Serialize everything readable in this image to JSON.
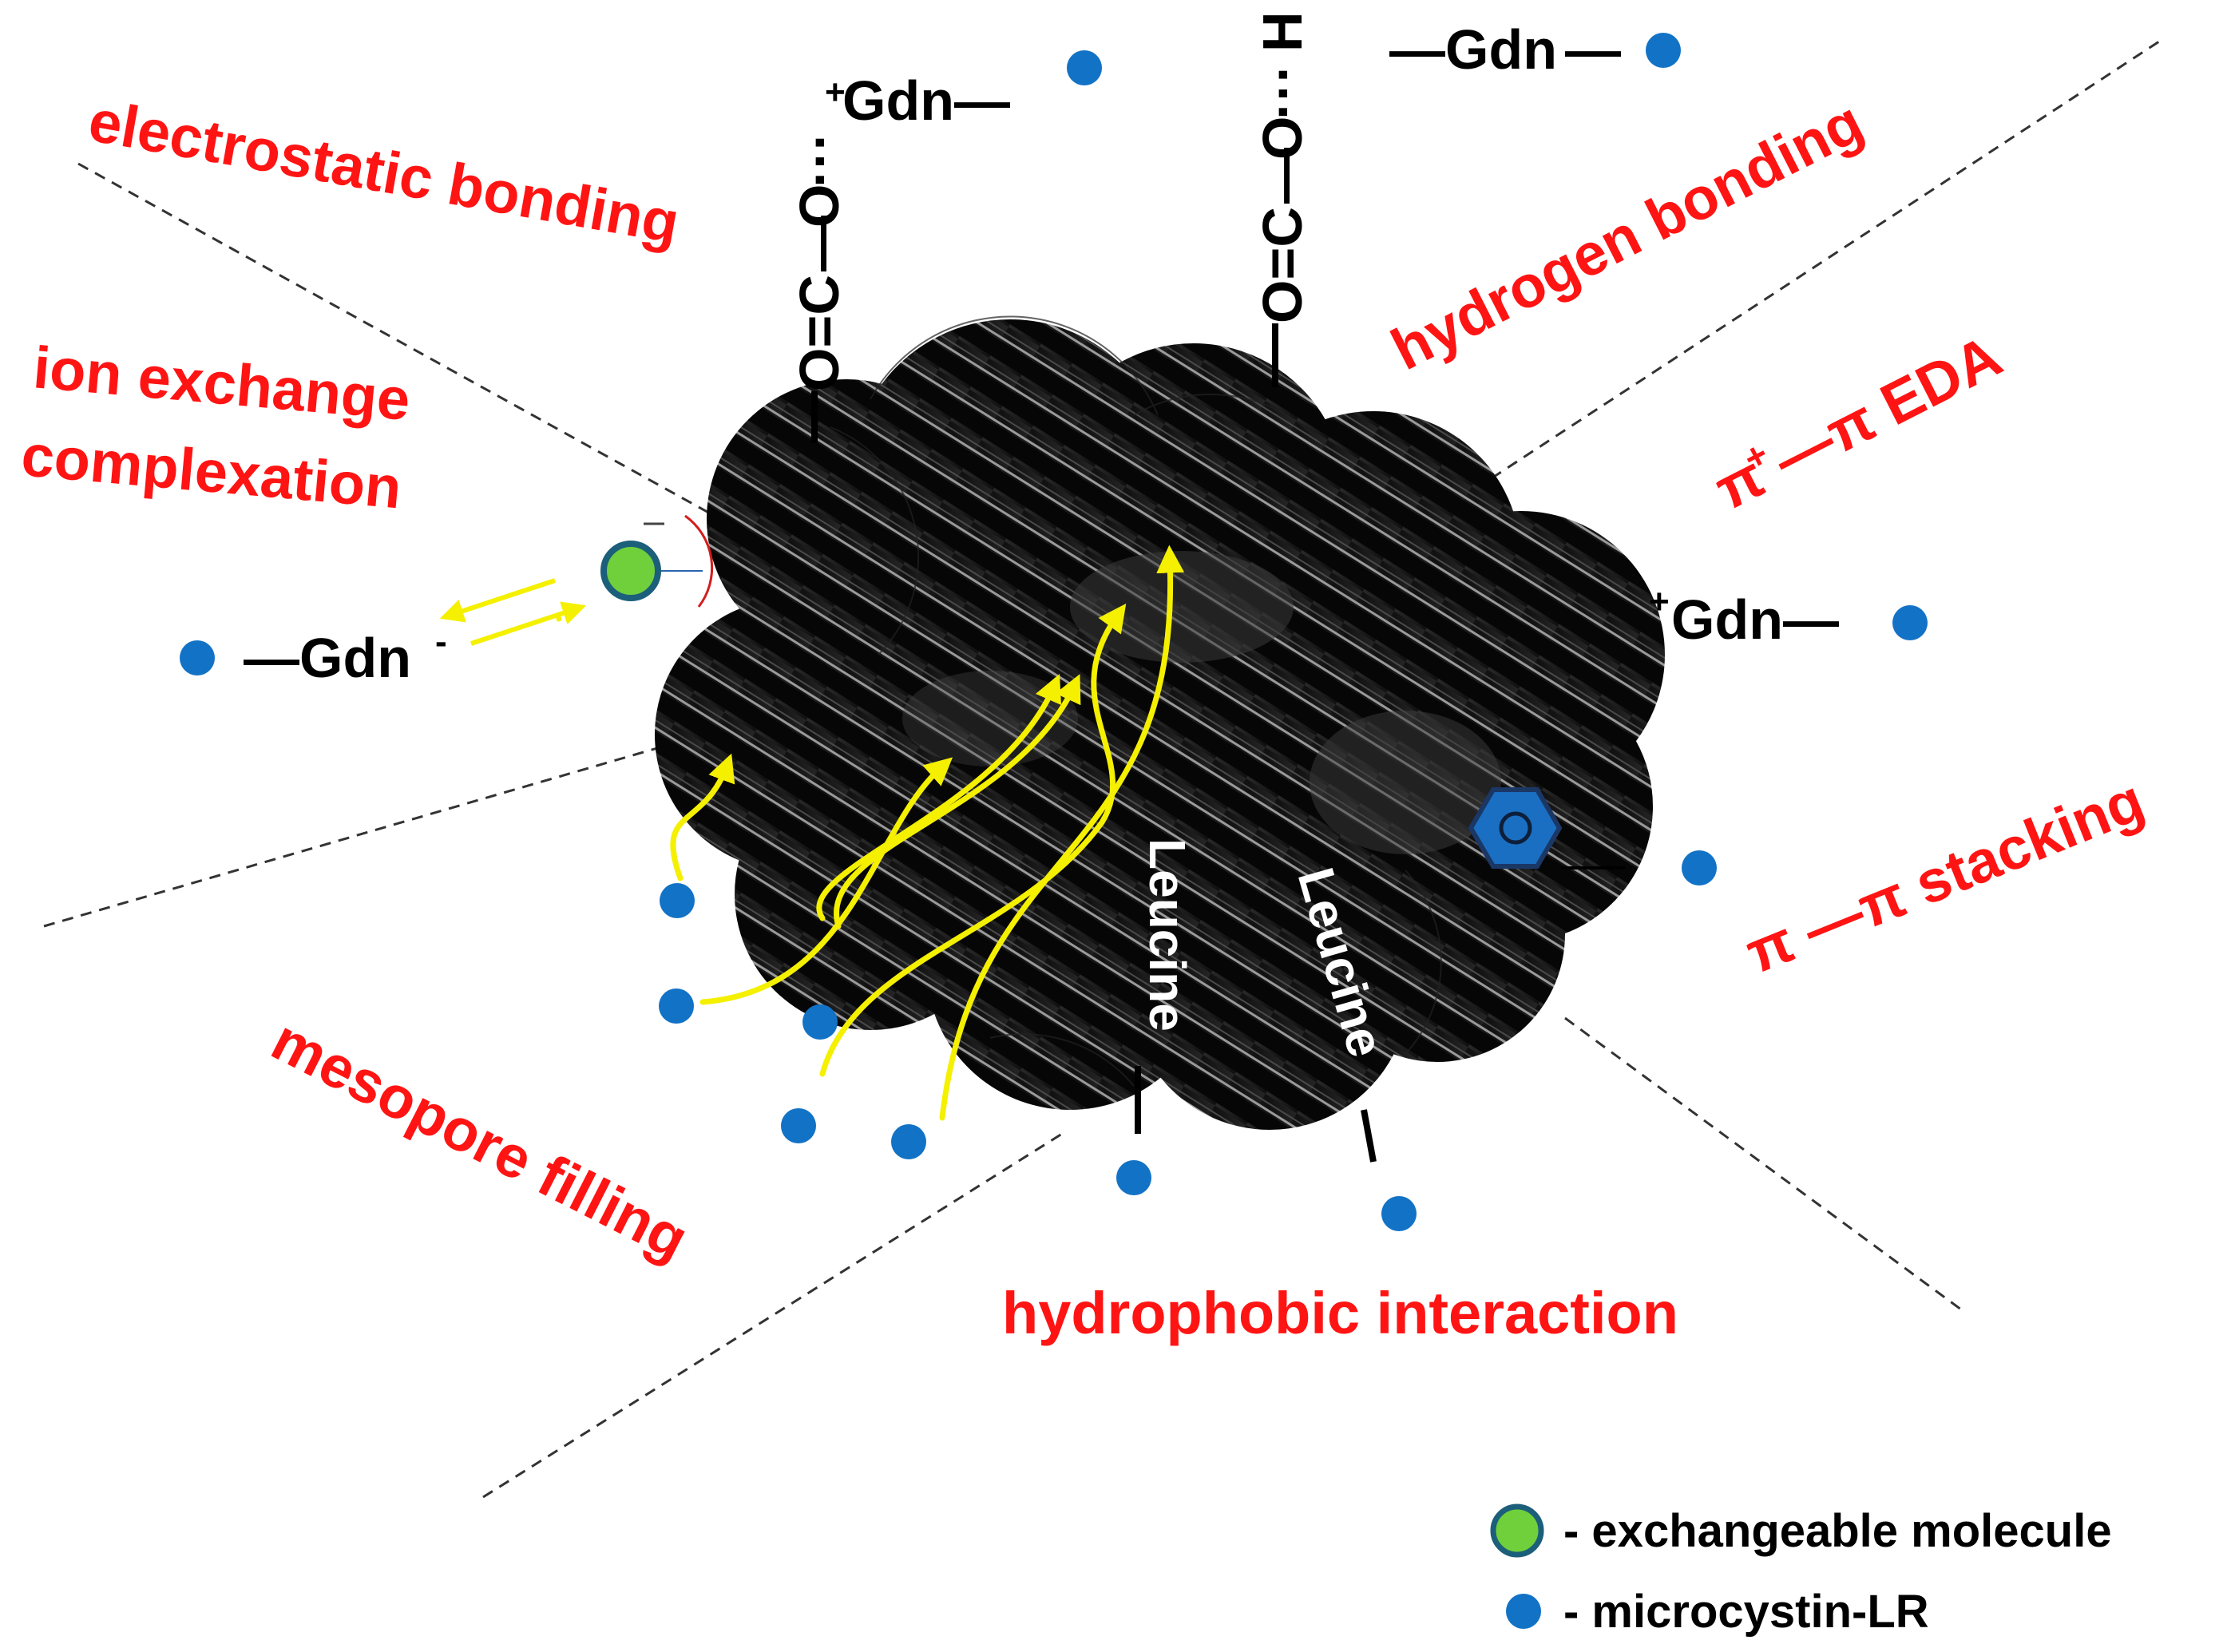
{
  "labels": {
    "electrostatic": "electrostatic bonding",
    "hydrogen": "hydrogen bonding",
    "ion_exchange": "ion exchange",
    "complexation": "complexation",
    "pi_eda": "π",
    "pi_eda_sup": "+",
    "pi_eda_rest": "—π EDA",
    "pi_stacking": "π —π stacking",
    "mesopore": "mesopore filling",
    "hydrophobic": "hydrophobic interaction"
  },
  "chem": {
    "gdn": "Gdn",
    "plus": "+",
    "minus": "-",
    "dash_gdn": "—Gdn",
    "gdn_dash": "Gdn—",
    "o_eq_c": "O=C",
    "o": "O",
    "h": "H",
    "dots": "···",
    "bond_dash": "—",
    "leucine": "Leucine"
  },
  "legend": {
    "exchangeable": "- exchangeable molecule",
    "microcystin": "- microcystin-LR"
  },
  "colors": {
    "label_red": "#ff1414",
    "dot_blue": "#1272c6",
    "exchange_green": "#6fd03b",
    "arrow_yellow": "#f4f000",
    "carbon_black": "#1a1a1a"
  }
}
